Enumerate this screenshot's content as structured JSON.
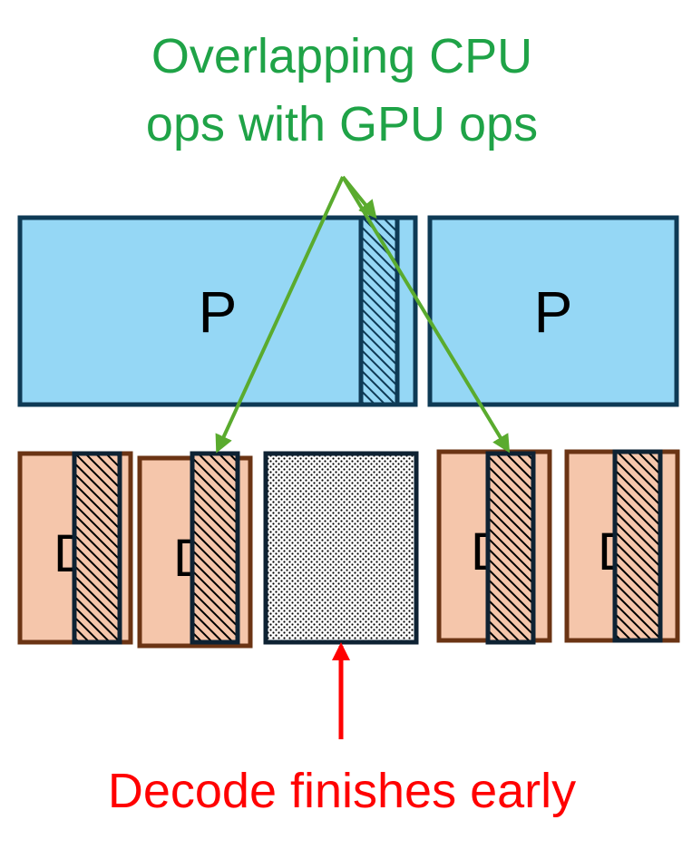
{
  "annotations": {
    "top_line1": "Overlapping CPU",
    "top_line2": "ops with GPU ops",
    "bottom": "Decode finishes early"
  },
  "blocks": {
    "prefill_label": "P",
    "decode_label": "D"
  },
  "colors": {
    "prefill_fill": "#95d7f5",
    "prefill_stroke": "#0e3a55",
    "decode_fill": "#f5c6ab",
    "decode_stroke": "#6b3414",
    "green_arrow": "#5aab2e",
    "green_text": "#1fa347",
    "red": "#ff0000"
  }
}
